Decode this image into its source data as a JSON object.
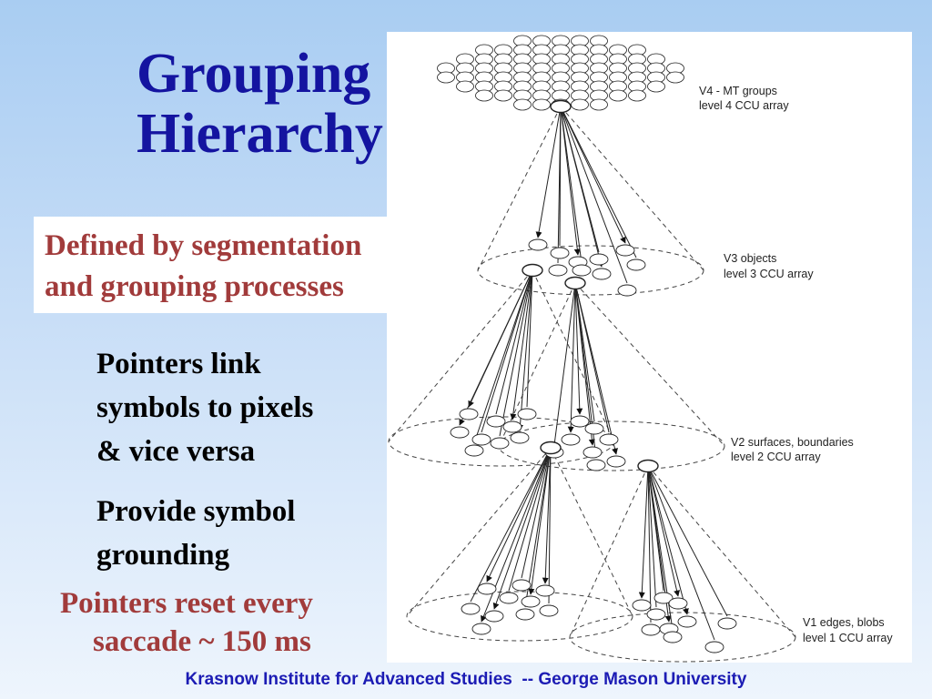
{
  "slide": {
    "title_lines": [
      "Grouping",
      "Hierarchy"
    ],
    "subtitle_lines": [
      "Defined by segmentation",
      "and grouping processes"
    ],
    "bullets": [
      {
        "lines": [
          "Pointers link",
          "symbols to pixels",
          "& vice versa"
        ]
      },
      {
        "lines": [
          "Provide symbol",
          "grounding"
        ]
      }
    ],
    "reset_note_lines": [
      "Pointers reset every",
      "saccade  ~ 150 ms"
    ],
    "footer": "Krasnow Institute for Advanced Studies  -- George Mason University"
  },
  "diagram": {
    "layers": [
      {
        "name": "V4 - MT groups",
        "level": "level 4 CCU array"
      },
      {
        "name": "V3 objects",
        "level": "level 3 CCU array"
      },
      {
        "name": "V2 surfaces, boundaries",
        "level": "level 2 CCU array"
      },
      {
        "name": "V1 edges, blobs",
        "level": "level 1 CCU array"
      }
    ],
    "colors": {
      "line": "#222222",
      "dashed": "#444444"
    }
  }
}
